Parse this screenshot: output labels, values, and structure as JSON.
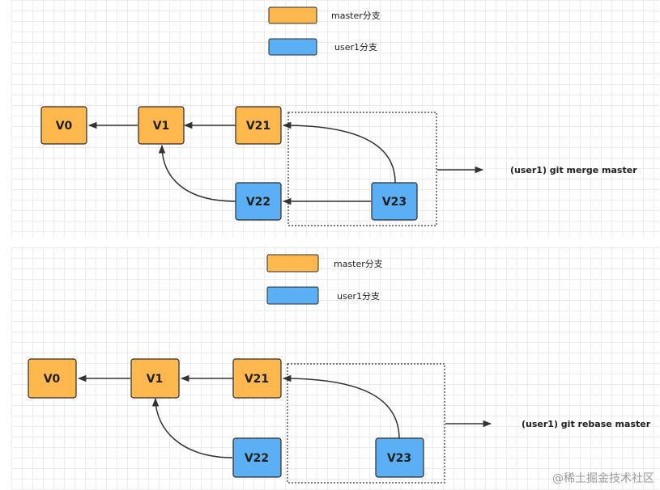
{
  "colors": {
    "master": "#FFB84D",
    "user1": "#5BB0F5",
    "stroke": "#2b2b2b",
    "edge": "#333333"
  },
  "top": {
    "legend": {
      "master_label": "master分支",
      "user1_label": "user1分支"
    },
    "nodes": {
      "v0": "V0",
      "v1": "V1",
      "v21": "V21",
      "v22": "V22",
      "v23": "V23"
    },
    "command": "(user1)  git merge master"
  },
  "bottom": {
    "legend": {
      "master_label": "master分支",
      "user1_label": "user1分支"
    },
    "nodes": {
      "v0": "V0",
      "v1": "V1",
      "v21": "V21",
      "v22": "V22",
      "v23": "V23"
    },
    "command": "(user1)  git rebase master"
  },
  "watermark": "@稀土掘金技术社区"
}
